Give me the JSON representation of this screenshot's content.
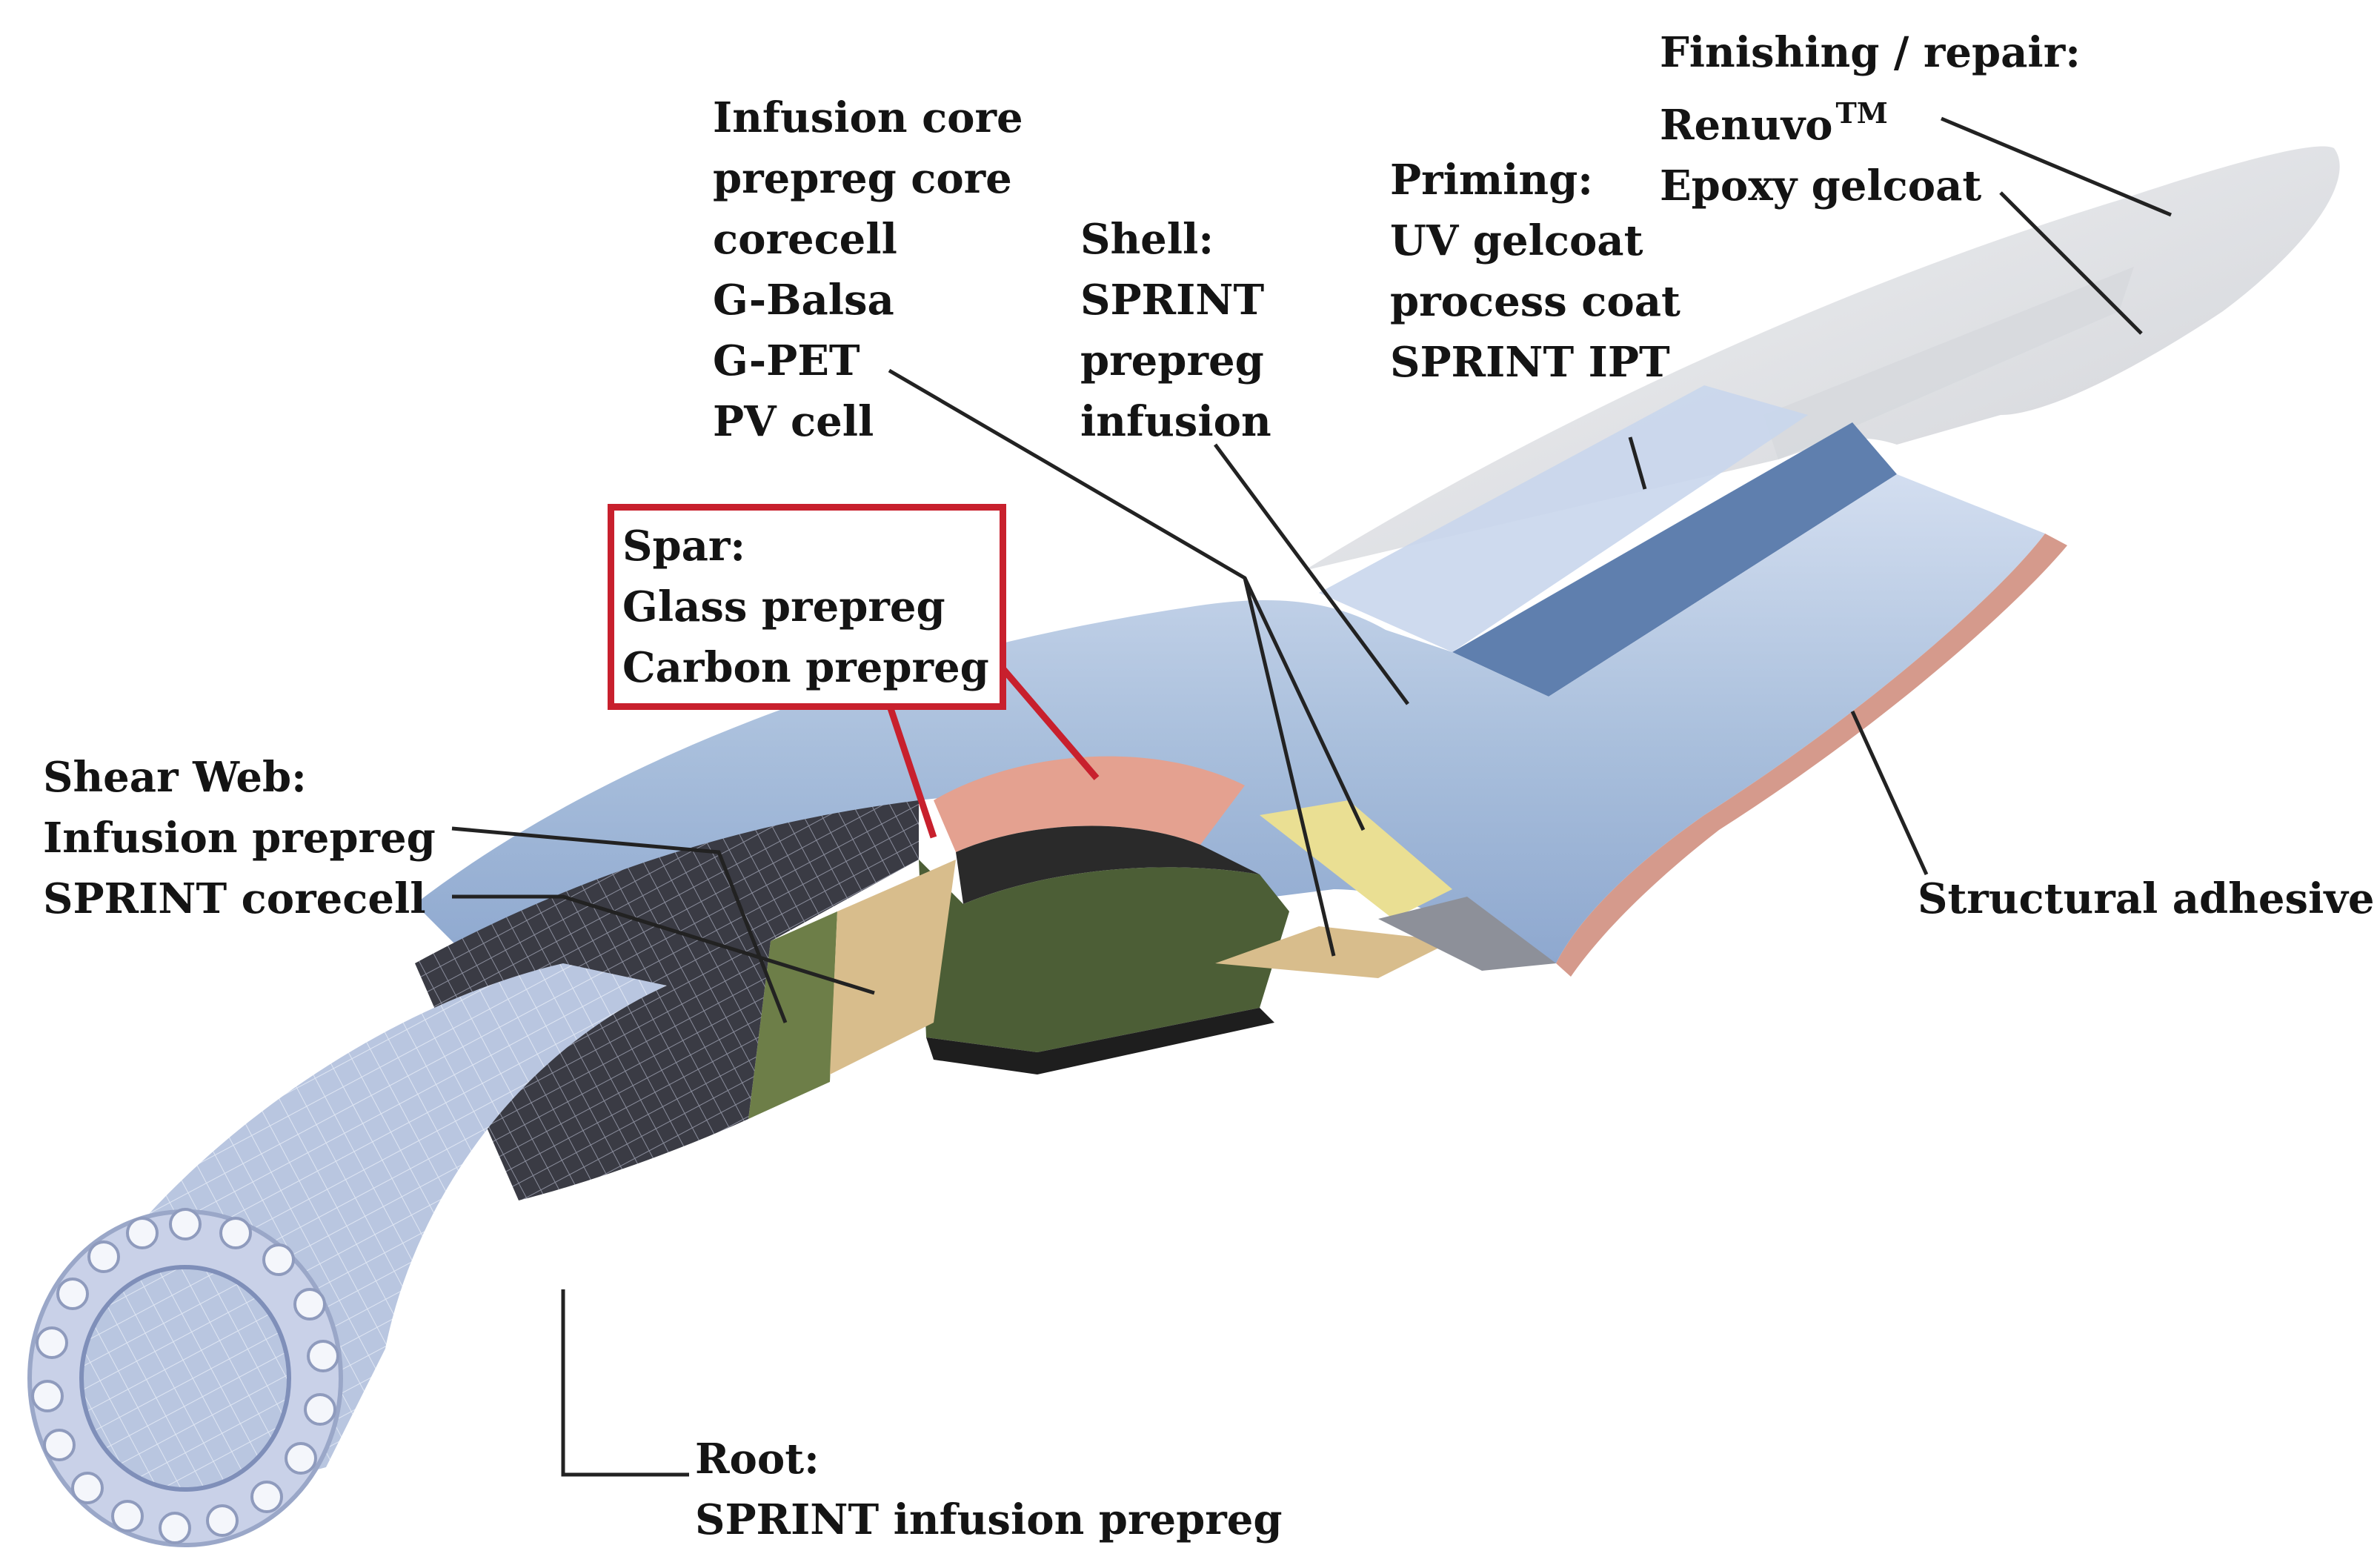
{
  "labels": {
    "finishing": {
      "title": "Finishing / repair:",
      "line1": "Renuvo",
      "line1_sup": "TM",
      "line2": "Epoxy gelcoat"
    },
    "infusion_core": {
      "lines": [
        "Infusion core",
        "prepreg core",
        "corecell",
        "G-Balsa",
        "G-PET",
        "PV cell"
      ]
    },
    "shell": {
      "title": "Shell:",
      "lines": [
        "SPRINT",
        "prepreg",
        "infusion"
      ]
    },
    "priming": {
      "title": "Priming:",
      "lines": [
        "UV gelcoat",
        "process coat",
        "SPRINT IPT"
      ]
    },
    "spar": {
      "title": "Spar:",
      "lines": [
        "Glass prepreg",
        "Carbon prepreg"
      ]
    },
    "shear_web": {
      "title": "Shear Web:",
      "lines": [
        "Infusion prepreg",
        "SPRINT corecell"
      ]
    },
    "structural_adhesive": {
      "text": "Structural adhesive"
    },
    "root": {
      "title": "Root:",
      "line": "SPRINT infusion prepreg"
    }
  },
  "colors": {
    "spar_highlight": "#c8202d",
    "shell_blue": "#a9bfdc",
    "shell_dark_blue": "#5f7fae",
    "tip_gray": "#e4e5e8",
    "adhesive_pink": "#d59a8c",
    "core_yellow": "#eadf93",
    "shear_web_tan": "#d8bd8c",
    "shear_web_green": "#6d7e48",
    "carbon_black": "#2a2a2a",
    "mesh_dark": "#2f3038"
  }
}
